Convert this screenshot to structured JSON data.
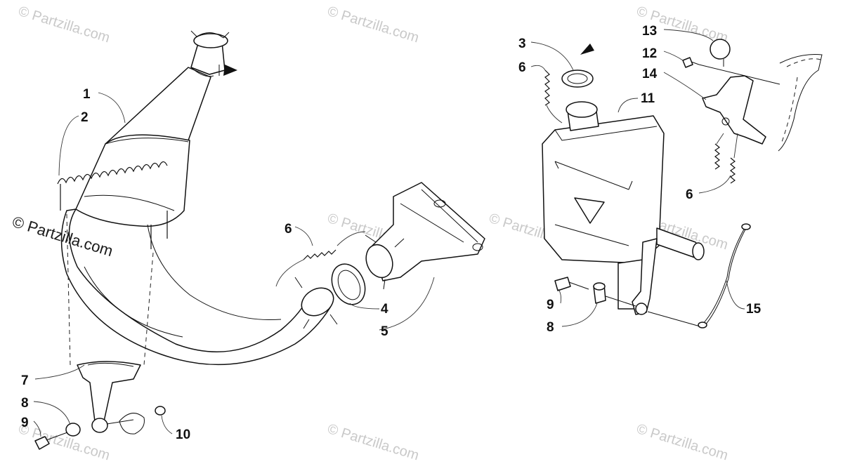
{
  "watermarks": {
    "main": "© Partzilla.com",
    "faint": [
      "© Partzilla.com",
      "© Partzilla.com",
      "© Partzilla.com",
      "© Partzilla.com",
      "© Partzilla.com",
      "© Partzilla.com",
      "© Partzilla.com",
      "© Partzilla.com",
      "© Partzilla.com"
    ]
  },
  "callouts": [
    "1",
    "2",
    "3",
    "4",
    "5",
    "6",
    "6",
    "6",
    "7",
    "8",
    "8",
    "9",
    "9",
    "10",
    "11",
    "12",
    "13",
    "14",
    "15"
  ]
}
